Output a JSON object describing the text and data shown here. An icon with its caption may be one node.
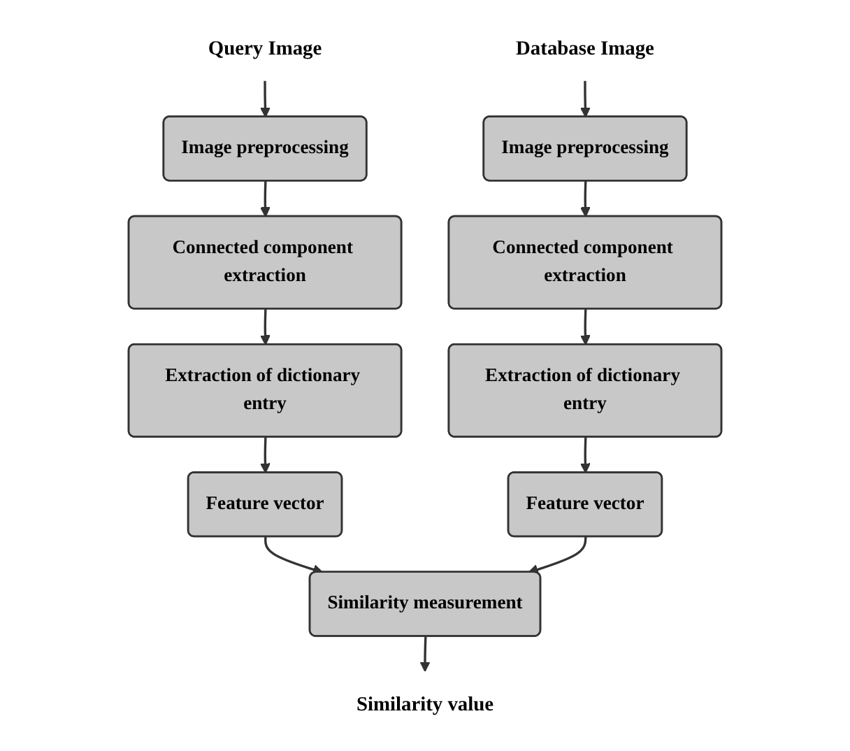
{
  "diagram": {
    "nodes": [
      {
        "text": [
          "Query Image"
        ]
      },
      {
        "text": [
          "Database Image"
        ]
      },
      {
        "text": [
          "Image preprocessing"
        ]
      },
      {
        "text": [
          "Connected component extraction"
        ]
      },
      {
        "text": [
          "Extraction of dictionary entry"
        ]
      },
      {
        "text": [
          "Feature vector"
        ]
      },
      {
        "text": [
          "Image preprocessing"
        ]
      },
      {
        "text": [
          "Connected component extraction"
        ]
      },
      {
        "text": [
          "Extraction of dictionary entry"
        ]
      },
      {
        "text": [
          "Feature vector"
        ]
      },
      {
        "text": [
          "Similarity measurement"
        ]
      },
      {
        "text": [
          "Similarity value"
        ]
      }
    ],
    "edges": [
      {
        "from": 0,
        "to": 2,
        "arrow": "to"
      },
      {
        "from": 2,
        "to": 3,
        "arrow": "to"
      },
      {
        "from": 3,
        "to": 4,
        "arrow": "to"
      },
      {
        "from": 4,
        "to": 5,
        "arrow": "to"
      },
      {
        "from": 1,
        "to": 6,
        "arrow": "to"
      },
      {
        "from": 6,
        "to": 7,
        "arrow": "to"
      },
      {
        "from": 7,
        "to": 8,
        "arrow": "to"
      },
      {
        "from": 8,
        "to": 9,
        "arrow": "to"
      },
      {
        "from": 5,
        "to": 10,
        "arrow": "to"
      },
      {
        "from": 9,
        "to": 10,
        "arrow": "to"
      },
      {
        "from": 10,
        "to": 11,
        "arrow": "to"
      }
    ]
  }
}
